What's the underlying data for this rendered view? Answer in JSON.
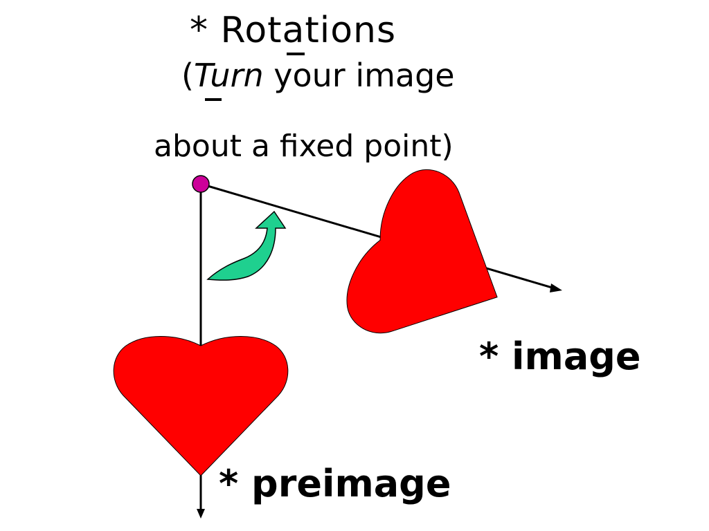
{
  "title": "* Rotations",
  "subtitle": {
    "open_paren": "(",
    "turn": "Turn",
    "rest": " your image",
    "line2": "about a fixed point)"
  },
  "labels": {
    "image": "* image",
    "preimage": "* preimage"
  },
  "colors": {
    "heart": "#ff0000",
    "pivot": "#cc0099",
    "rotation_arrow": "#1fd08f",
    "lines": "#000000"
  },
  "icons": {
    "pivot": "fixed-point-dot",
    "arrow": "curved-rotation-arrow"
  }
}
